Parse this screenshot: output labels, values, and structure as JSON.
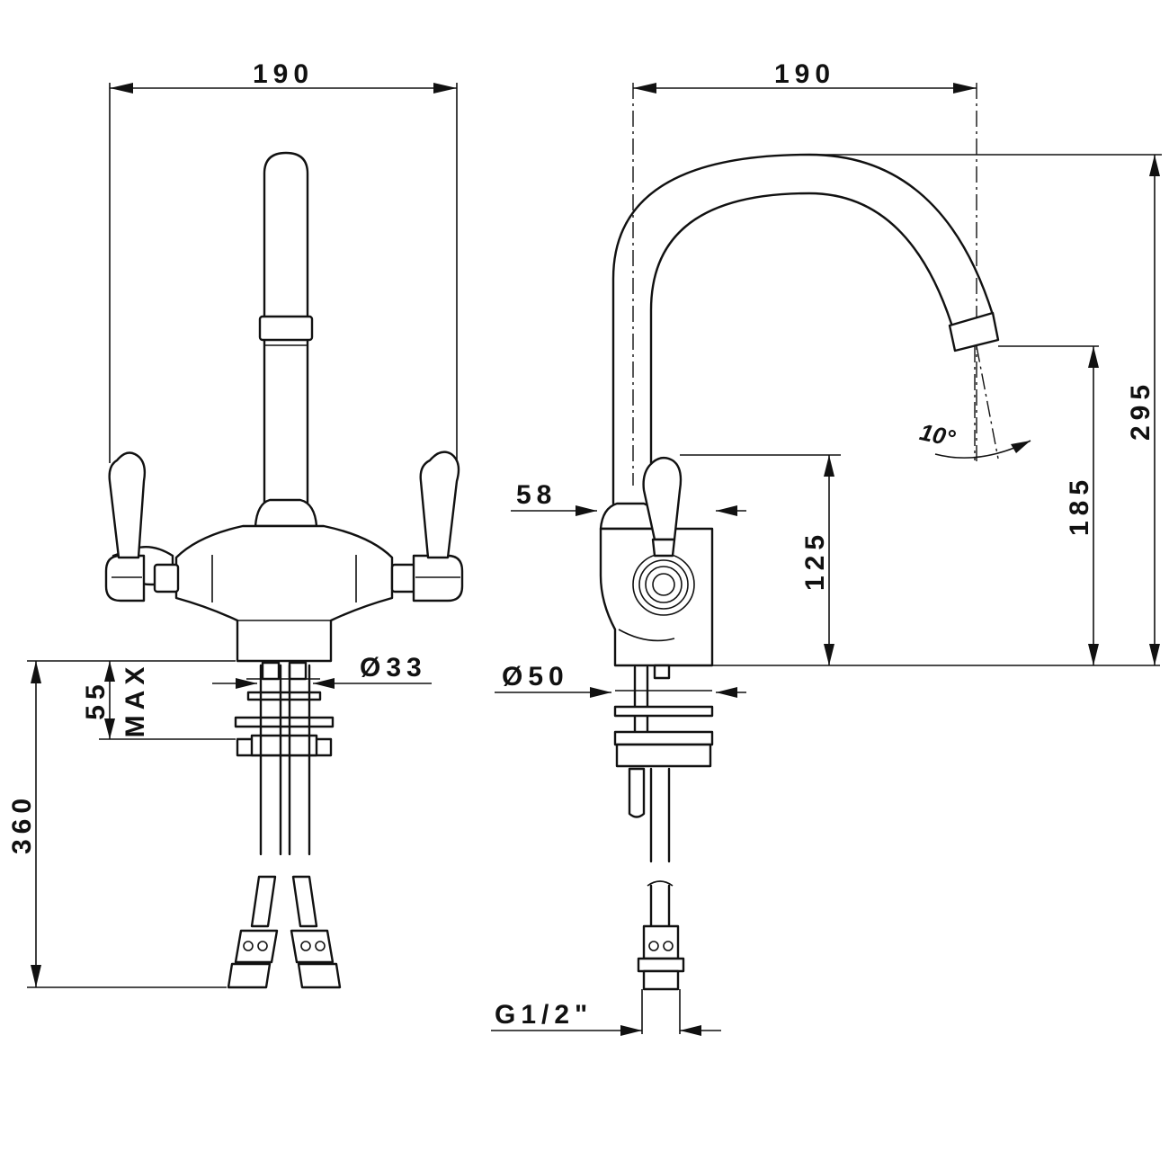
{
  "front_view": {
    "width_label": "190",
    "connector_diameter_label": "Ø33",
    "deck_thickness_label": "55",
    "deck_thickness_note": "MAX",
    "hose_length_label": "360"
  },
  "side_view": {
    "reach_label": "190",
    "body_width_label": "58",
    "base_diameter_label": "Ø50",
    "handle_height_label": "125",
    "spout_clearance_label": "185",
    "total_height_label": "295",
    "spray_angle_label": "10°",
    "thread_label": "G1/2\""
  },
  "colors": {
    "line": "#111111",
    "background": "#ffffff"
  }
}
